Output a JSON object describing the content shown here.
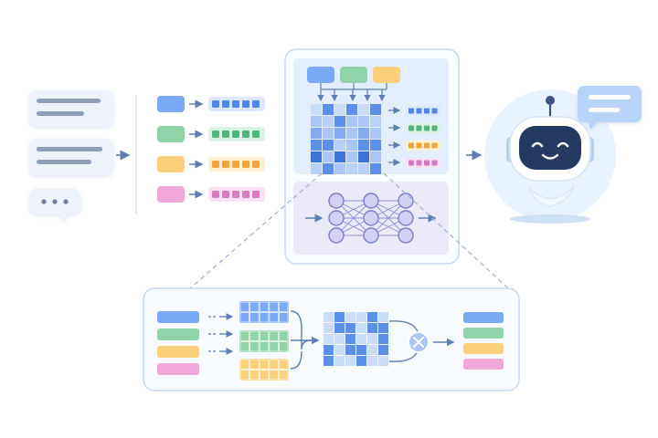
{
  "colors": {
    "blue": "#7aaaf5",
    "green": "#8fd4a9",
    "yellow": "#fbd07a",
    "pink": "#f0a8d8",
    "panel_border": "#c7d8ef",
    "panel_fill": "#f7fafe",
    "attention_bg": "#e3efff",
    "network_bg": "#ece9fb",
    "arrow": "#5f7fb2",
    "robot_face": "#253a63",
    "robot_glow": "#e9f2ff"
  },
  "icons": {
    "chat_input": "chat-bubble-icon",
    "typing": "typing-dots-icon",
    "robot": "robot-assistant-icon",
    "reply": "speech-bubble-icon",
    "multiply": "multiply-circle-icon"
  },
  "tokens": [
    "blue",
    "green",
    "yellow",
    "pink"
  ],
  "embedding_length": 5,
  "attention_grid_size": 6,
  "network_layers": [
    3,
    3,
    3
  ]
}
